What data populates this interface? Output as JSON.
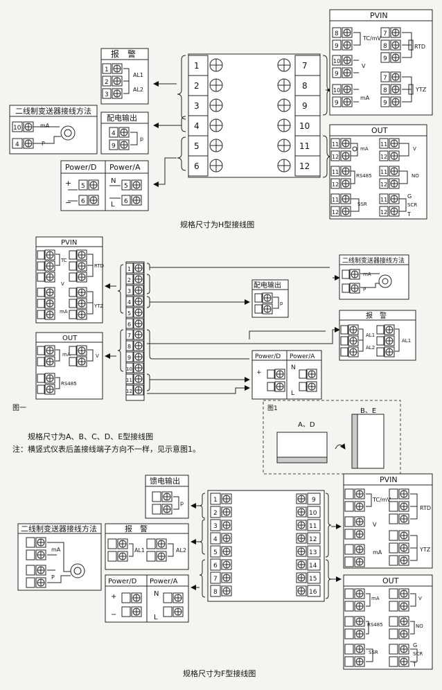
{
  "section_h": {
    "caption": "规格尺寸为H型接线图",
    "terminals_left": [
      "1",
      "2",
      "3",
      "4",
      "5",
      "6"
    ],
    "terminals_right": [
      "7",
      "8",
      "9",
      "10",
      "11",
      "12"
    ],
    "alarm": {
      "title": "报　警",
      "pins": [
        "1",
        "2",
        "3"
      ],
      "labels": [
        "AL1",
        "AL2"
      ]
    },
    "feed": {
      "title": "配电输出",
      "pins": [
        "4",
        "9"
      ],
      "label": "p"
    },
    "two_wire": {
      "title": "二线制变送器接线方法",
      "pins": [
        "10",
        "4"
      ],
      "labels": [
        "mA",
        "P"
      ]
    },
    "power": {
      "title_d": "Power/D",
      "title_a": "Power/A",
      "pins": [
        "5",
        "6"
      ],
      "labels": [
        "+",
        "−",
        "N",
        "L"
      ]
    },
    "pvin": {
      "title": "PVIN",
      "pins": [
        "8",
        "9",
        "10",
        "9",
        "10",
        "9",
        "7",
        "8",
        "9",
        "7",
        "8",
        "9"
      ],
      "labels": [
        "TC/mV",
        "RTD",
        "V",
        "mA",
        "YTZ"
      ]
    },
    "out": {
      "title": "OUT",
      "pins": [
        "11",
        "12"
      ],
      "labels": [
        "mA",
        "V",
        "RS485",
        "NO",
        "SSR",
        "SCR",
        "G",
        "T"
      ]
    }
  },
  "section_a": {
    "caption": "规格尺寸为A、B、C、D、E型接线图",
    "note": "注：横竖式仪表后盖接线端子方向不一样，见示意图1。",
    "fig_label": "图一",
    "terminals": [
      "1",
      "2",
      "3",
      "4",
      "5",
      "6",
      "7",
      "8",
      "9",
      "10",
      "11",
      "12"
    ],
    "pvin": {
      "title": "PVIN",
      "labels": [
        "TC",
        "RTD",
        "V",
        "mA",
        "YTZ"
      ]
    },
    "out": {
      "title": "OUT",
      "labels": [
        "mA",
        "V",
        "RS485"
      ]
    },
    "feed": {
      "title": "配电输出",
      "label": "p"
    },
    "two_wire": {
      "title": "二线制变送器接线方法",
      "labels": [
        "mA",
        "P"
      ]
    },
    "alarm": {
      "title": "报　警",
      "labels": [
        "AL1",
        "AL2",
        "AL1"
      ]
    },
    "power": {
      "title_d": "Power/D",
      "title_a": "Power/A",
      "labels": [
        "N",
        "+",
        "L"
      ]
    },
    "figure1": {
      "title": "图1",
      "label_ad": "A、D",
      "label_be": "B、E"
    }
  },
  "section_f": {
    "caption": "规格尺寸为F型接线图",
    "terminals_left": [
      "1",
      "2",
      "3",
      "4",
      "5",
      "6",
      "7",
      "8"
    ],
    "terminals_right": [
      "9",
      "10",
      "11",
      "12",
      "13",
      "14",
      "15",
      "16"
    ],
    "feed": {
      "title": "馈电输出",
      "label": "p"
    },
    "two_wire": {
      "title": "二线制变送器接线方法",
      "labels": [
        "mA",
        "P"
      ]
    },
    "alarm": {
      "title": "报　警",
      "labels": [
        "AL1",
        "AL2"
      ]
    },
    "power": {
      "title_d": "Power/D",
      "title_a": "Power/A",
      "labels": [
        "+",
        "−",
        "N",
        "L"
      ]
    },
    "pvin": {
      "title": "PVIN",
      "labels": [
        "TC/mV",
        "RTD",
        "V",
        "mA",
        "YTZ"
      ]
    },
    "out": {
      "title": "OUT",
      "labels": [
        "mA",
        "V",
        "RS485",
        "NO",
        "SSR",
        "SCR",
        "G",
        "T"
      ]
    }
  }
}
